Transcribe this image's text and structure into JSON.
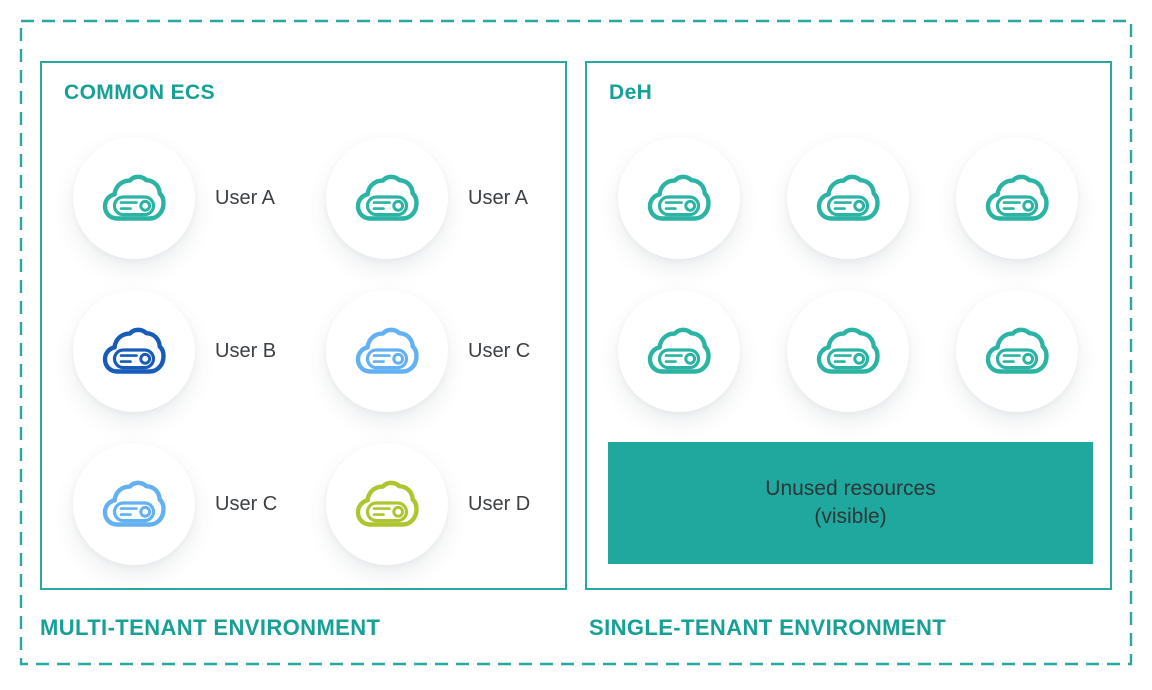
{
  "left_panel": {
    "title": "COMMON ECS",
    "caption": "MULTI-TENANT ENVIRONMENT",
    "users": [
      {
        "label": "User A",
        "icon": "cloud-server-icon",
        "color": "#2bb3a4"
      },
      {
        "label": "User A",
        "icon": "cloud-server-icon",
        "color": "#2bb3a4"
      },
      {
        "label": "User B",
        "icon": "cloud-server-icon",
        "color": "#185cba"
      },
      {
        "label": "User C",
        "icon": "cloud-server-icon",
        "color": "#63b1f2"
      },
      {
        "label": "User C",
        "icon": "cloud-server-icon",
        "color": "#63b1f2"
      },
      {
        "label": "User D",
        "icon": "cloud-server-icon",
        "color": "#afc52f"
      }
    ]
  },
  "right_panel": {
    "title": "DeH",
    "caption": "SINGLE-TENANT ENVIRONMENT",
    "servers": [
      {
        "icon": "cloud-server-icon",
        "color": "#2bb3a4"
      },
      {
        "icon": "cloud-server-icon",
        "color": "#2bb3a4"
      },
      {
        "icon": "cloud-server-icon",
        "color": "#2bb3a4"
      },
      {
        "icon": "cloud-server-icon",
        "color": "#2bb3a4"
      },
      {
        "icon": "cloud-server-icon",
        "color": "#2bb3a4"
      },
      {
        "icon": "cloud-server-icon",
        "color": "#2bb3a4"
      }
    ],
    "banner": {
      "text_line1": "Unused resources",
      "text_line2": "(visible)",
      "bg_color": "#1fa89d",
      "text_color": "#2e3538"
    }
  },
  "style": {
    "teal_border": "#28a8a0",
    "teal_text": "#17a096",
    "user_label_color": "#3c4043"
  }
}
